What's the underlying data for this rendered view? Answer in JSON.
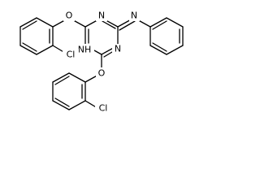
{
  "atoms": {
    "o_top": "O",
    "n_ring_top": "N",
    "n_exo": "N",
    "nh_ring": "NH",
    "n_ring_bottom": "N",
    "o_bottom": "O",
    "cl_top": "Cl",
    "cl_bottom": "Cl"
  }
}
